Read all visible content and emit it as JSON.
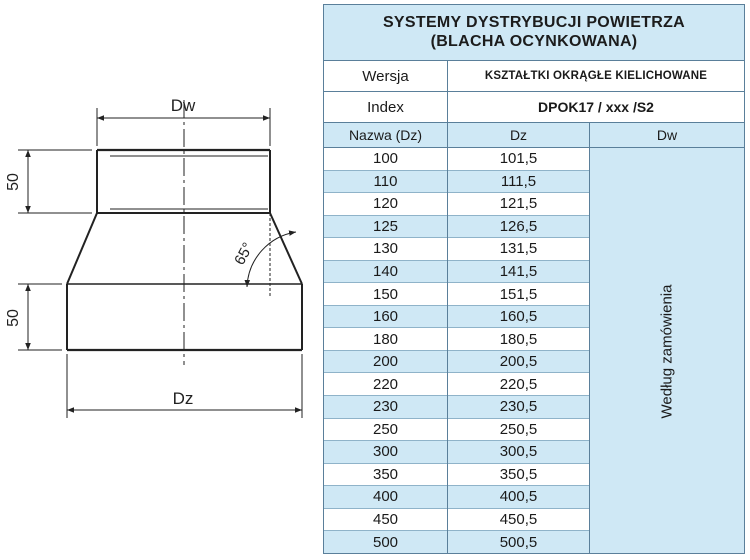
{
  "drawing": {
    "labels": {
      "dw": "Dw",
      "dz": "Dz",
      "h_top": "50",
      "h_bottom": "50",
      "angle": "65°"
    }
  },
  "table": {
    "title_line1": "SYSTEMY DYSTRYBUCJI POWIETRZA",
    "title_line2": "(BLACHA OCYNKOWANA)",
    "wersja_label": "Wersja",
    "wersja_value": "KSZTAŁTKI OKRĄGŁE KIELICHOWANE",
    "index_label": "Index",
    "index_value": "DPOK17 / xxx /S2",
    "col_name": "Nazwa (Dz)",
    "col_dz": "Dz",
    "col_dw": "Dw",
    "dw_note": "Według zamówienia",
    "rows": [
      {
        "name": "100",
        "dz": "101,5"
      },
      {
        "name": "110",
        "dz": "111,5"
      },
      {
        "name": "120",
        "dz": "121,5"
      },
      {
        "name": "125",
        "dz": "126,5"
      },
      {
        "name": "130",
        "dz": "131,5"
      },
      {
        "name": "140",
        "dz": "141,5"
      },
      {
        "name": "150",
        "dz": "151,5"
      },
      {
        "name": "160",
        "dz": "160,5"
      },
      {
        "name": "180",
        "dz": "180,5"
      },
      {
        "name": "200",
        "dz": "200,5"
      },
      {
        "name": "220",
        "dz": "220,5"
      },
      {
        "name": "230",
        "dz": "230,5"
      },
      {
        "name": "250",
        "dz": "250,5"
      },
      {
        "name": "300",
        "dz": "300,5"
      },
      {
        "name": "350",
        "dz": "350,5"
      },
      {
        "name": "400",
        "dz": "400,5"
      },
      {
        "name": "450",
        "dz": "450,5"
      },
      {
        "name": "500",
        "dz": "500,5"
      }
    ]
  }
}
